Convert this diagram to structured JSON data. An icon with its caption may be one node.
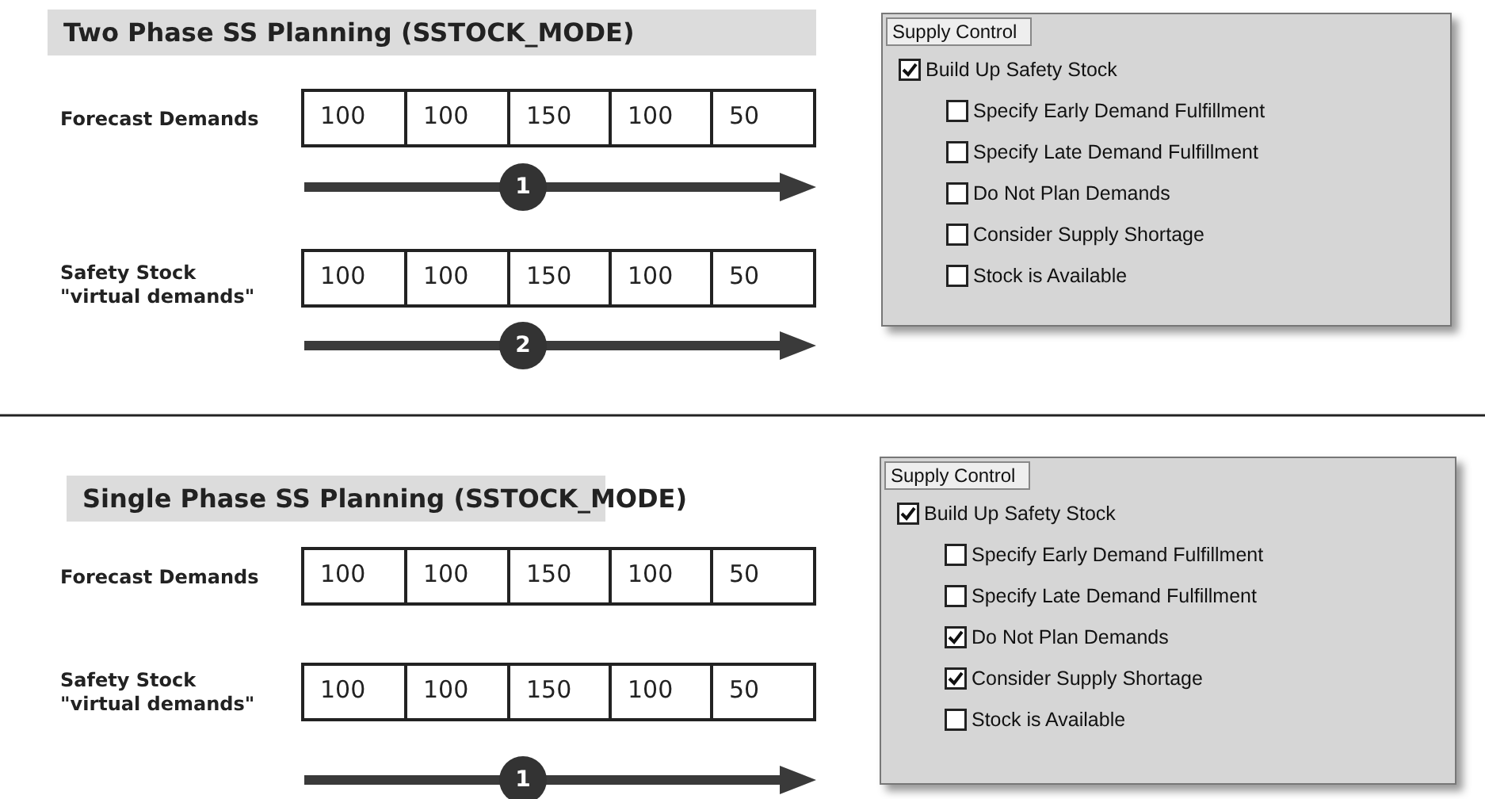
{
  "diagram": {
    "nodes": [
      {
        "text": [
          "Supply Control"
        ]
      },
      {
        "text": [],
        "shape": "checkmark",
        "in": 0
      },
      {
        "text": [
          "Build Up Safety Stock"
        ],
        "in": 0
      },
      {
        "text": [],
        "shape": "box",
        "in": 0
      },
      {
        "text": [
          "Specify Early Demand Fulfillment"
        ],
        "in": 0
      },
      {
        "text": [],
        "shape": "box",
        "in": 0
      },
      {
        "text": [
          "Specify Late Demand Fulfillment"
        ],
        "in": 0
      },
      {
        "text": [],
        "shape": "box",
        "in": 0
      },
      {
        "text": [
          "Do Not Plan Demands"
        ],
        "in": 0
      },
      {
        "text": [],
        "shape": "box",
        "in": 0
      },
      {
        "text": [
          "Consider Supply Shortage"
        ],
        "in": 0
      },
      {
        "text": [],
        "shape": "box",
        "in": 0
      },
      {
        "text": [
          "Stock is Available"
        ],
        "in": 0
      },
      {
        "text": [
          "Supply Control"
        ]
      },
      {
        "text": [],
        "shape": "checkmark",
        "in": 13
      },
      {
        "text": [
          "Build Up Safety Stock"
        ],
        "in": 13
      },
      {
        "text": [],
        "shape": "box",
        "in": 13
      },
      {
        "text": [
          "Specify Early Demand Fulfillment"
        ],
        "in": 13
      },
      {
        "text": [],
        "shape": "box",
        "in": 13
      },
      {
        "text": [
          "Specify Late Demand Fulfillment"
        ],
        "in": 13
      },
      {
        "text": [],
        "shape": "checkmark",
        "in": 13
      },
      {
        "text": [
          "Do Not Plan Demands"
        ],
        "in": 13
      },
      {
        "text": [],
        "shape": "checkmark",
        "in": 13
      },
      {
        "text": [
          "Consider Supply Shortage"
        ],
        "in": 13
      },
      {
        "text": [],
        "shape": "box",
        "in": 13
      },
      {
        "text": [
          "Stock is Available"
        ],
        "in": 13
      }
    ],
    "labels": [
      "Two Phase SS Planning (SSTOCK_MODE)",
      "Forecast Demands",
      "100",
      "100",
      "150",
      "100",
      "50",
      "1",
      "Safety Stock \"virtual demands\"",
      "100",
      "100",
      "150",
      "100",
      "50",
      "2",
      "Single Phase SS Planning (SSTOCK_MODE)",
      "Forecast Demands",
      "100",
      "100",
      "150",
      "100",
      "50",
      "Safety Stock \"virtual demands\"",
      "100",
      "100",
      "150",
      "100",
      "50",
      "1"
    ]
  }
}
